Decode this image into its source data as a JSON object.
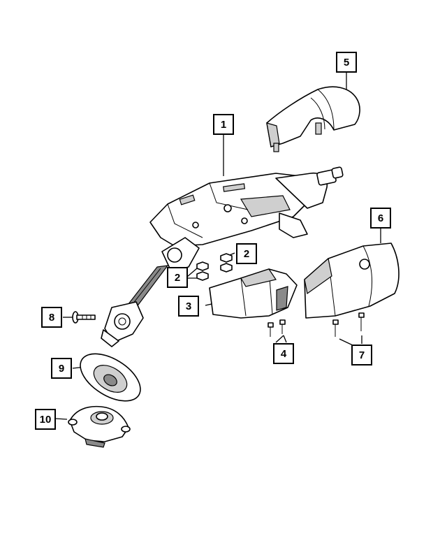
{
  "callouts": [
    {
      "label": "1",
      "part": "steering-column"
    },
    {
      "label": "2",
      "part": "nut"
    },
    {
      "label": "2",
      "part": "nut"
    },
    {
      "label": "3",
      "part": "lower-shroud"
    },
    {
      "label": "4",
      "part": "screw"
    },
    {
      "label": "5",
      "part": "upper-shroud"
    },
    {
      "label": "6",
      "part": "shroud-cover"
    },
    {
      "label": "7",
      "part": "screw"
    },
    {
      "label": "8",
      "part": "bolt"
    },
    {
      "label": "9",
      "part": "boot-seal"
    },
    {
      "label": "10",
      "part": "boot"
    }
  ],
  "colors": {
    "line": "#000000",
    "background": "#ffffff",
    "shade": "#cfcfcf"
  }
}
